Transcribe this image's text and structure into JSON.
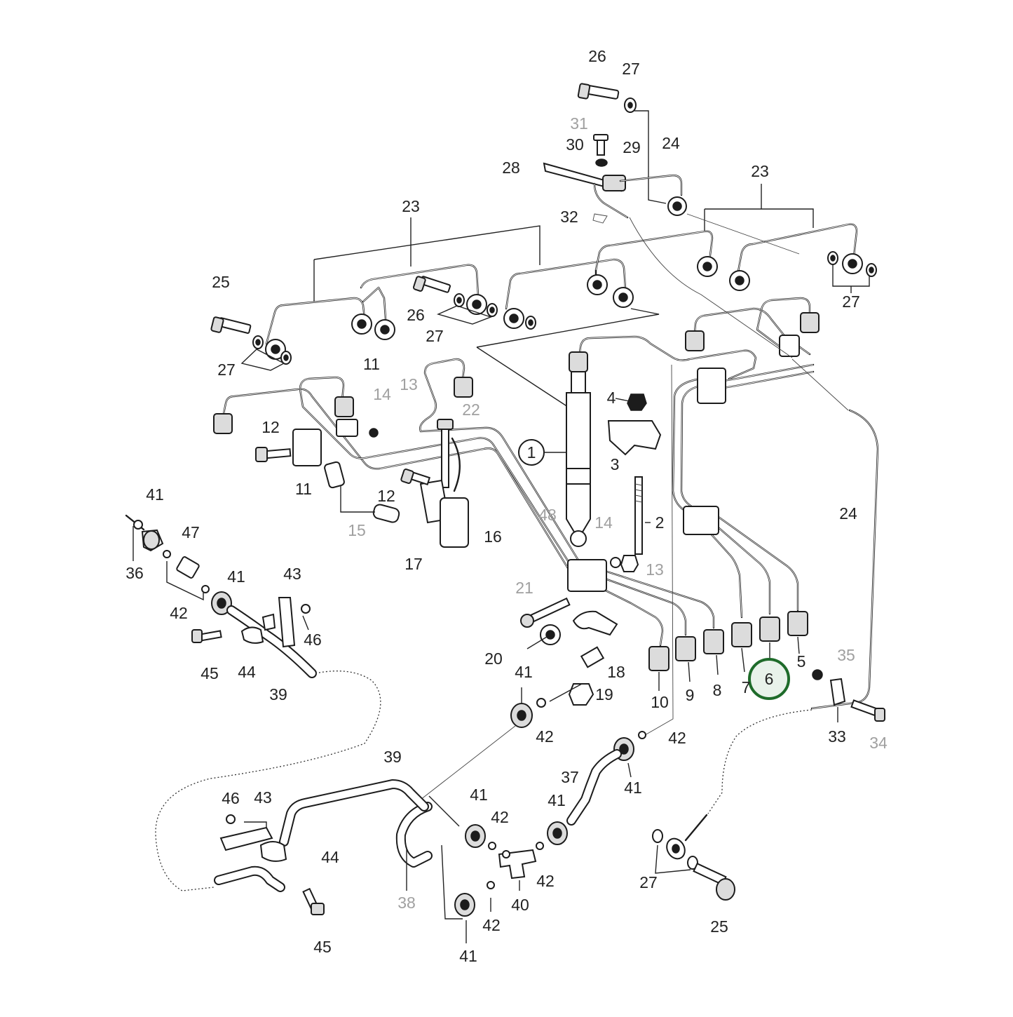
{
  "callouts": [
    {
      "id": "c26a",
      "text": "26",
      "muted": false
    },
    {
      "id": "c27a",
      "text": "27",
      "muted": false
    },
    {
      "id": "c31",
      "text": "31",
      "muted": true
    },
    {
      "id": "c30",
      "text": "30",
      "muted": false
    },
    {
      "id": "c29",
      "text": "29",
      "muted": false
    },
    {
      "id": "c24a",
      "text": "24",
      "muted": false
    },
    {
      "id": "c28",
      "text": "28",
      "muted": false
    },
    {
      "id": "c32",
      "text": "32",
      "muted": false
    },
    {
      "id": "c23a",
      "text": "23",
      "muted": false
    },
    {
      "id": "c23b",
      "text": "23",
      "muted": false
    },
    {
      "id": "c27b",
      "text": "27",
      "muted": false
    },
    {
      "id": "c25a",
      "text": "25",
      "muted": false
    },
    {
      "id": "c26b",
      "text": "26",
      "muted": false
    },
    {
      "id": "c27c",
      "text": "27",
      "muted": false
    },
    {
      "id": "c27d",
      "text": "27",
      "muted": false
    },
    {
      "id": "c11a",
      "text": "11",
      "muted": false
    },
    {
      "id": "c14a",
      "text": "14",
      "muted": true
    },
    {
      "id": "c13a",
      "text": "13",
      "muted": true
    },
    {
      "id": "c22",
      "text": "22",
      "muted": true
    },
    {
      "id": "c4",
      "text": "4",
      "muted": false
    },
    {
      "id": "c12a",
      "text": "12",
      "muted": false
    },
    {
      "id": "c1",
      "text": "1",
      "muted": false
    },
    {
      "id": "c3",
      "text": "3",
      "muted": false
    },
    {
      "id": "c11b",
      "text": "11",
      "muted": false
    },
    {
      "id": "c12b",
      "text": "12",
      "muted": false
    },
    {
      "id": "c24b",
      "text": "24",
      "muted": false
    },
    {
      "id": "c41a",
      "text": "41",
      "muted": false
    },
    {
      "id": "c47",
      "text": "47",
      "muted": false
    },
    {
      "id": "c48",
      "text": "48",
      "muted": true
    },
    {
      "id": "c14b",
      "text": "14",
      "muted": true
    },
    {
      "id": "c2",
      "text": "2",
      "muted": false
    },
    {
      "id": "c15",
      "text": "15",
      "muted": true
    },
    {
      "id": "c16",
      "text": "16",
      "muted": false
    },
    {
      "id": "c36",
      "text": "36",
      "muted": false
    },
    {
      "id": "c17",
      "text": "17",
      "muted": false
    },
    {
      "id": "c13b",
      "text": "13",
      "muted": true
    },
    {
      "id": "c41b",
      "text": "41",
      "muted": false
    },
    {
      "id": "c43a",
      "text": "43",
      "muted": false
    },
    {
      "id": "c21",
      "text": "21",
      "muted": true
    },
    {
      "id": "c42a",
      "text": "42",
      "muted": false
    },
    {
      "id": "c46a",
      "text": "46",
      "muted": false
    },
    {
      "id": "c20",
      "text": "20",
      "muted": false
    },
    {
      "id": "c18",
      "text": "18",
      "muted": false
    },
    {
      "id": "c45a",
      "text": "45",
      "muted": false
    },
    {
      "id": "c44a",
      "text": "44",
      "muted": false
    },
    {
      "id": "c39a",
      "text": "39",
      "muted": false
    },
    {
      "id": "c41c",
      "text": "41",
      "muted": false
    },
    {
      "id": "c10",
      "text": "10",
      "muted": false
    },
    {
      "id": "c9",
      "text": "9",
      "muted": false
    },
    {
      "id": "c8",
      "text": "8",
      "muted": false
    },
    {
      "id": "c7",
      "text": "7",
      "muted": false
    },
    {
      "id": "c5",
      "text": "5",
      "muted": false
    },
    {
      "id": "c35",
      "text": "35",
      "muted": true
    },
    {
      "id": "c19",
      "text": "19",
      "muted": false
    },
    {
      "id": "c42b",
      "text": "42",
      "muted": false
    },
    {
      "id": "c42c",
      "text": "42",
      "muted": false
    },
    {
      "id": "c33",
      "text": "33",
      "muted": false
    },
    {
      "id": "c34",
      "text": "34",
      "muted": true
    },
    {
      "id": "c39b",
      "text": "39",
      "muted": false
    },
    {
      "id": "c37",
      "text": "37",
      "muted": false
    },
    {
      "id": "c41d",
      "text": "41",
      "muted": false
    },
    {
      "id": "c41e",
      "text": "41",
      "muted": false
    },
    {
      "id": "c46b",
      "text": "46",
      "muted": false
    },
    {
      "id": "c43b",
      "text": "43",
      "muted": false
    },
    {
      "id": "c41f",
      "text": "41",
      "muted": false
    },
    {
      "id": "c42d",
      "text": "42",
      "muted": false
    },
    {
      "id": "c44b",
      "text": "44",
      "muted": false
    },
    {
      "id": "c42e",
      "text": "42",
      "muted": false
    },
    {
      "id": "c40",
      "text": "40",
      "muted": false
    },
    {
      "id": "c27e",
      "text": "27",
      "muted": false
    },
    {
      "id": "c38",
      "text": "38",
      "muted": true
    },
    {
      "id": "c42f",
      "text": "42",
      "muted": false
    },
    {
      "id": "c45b",
      "text": "45",
      "muted": false
    },
    {
      "id": "c25b",
      "text": "25",
      "muted": false
    },
    {
      "id": "c41g",
      "text": "41",
      "muted": false
    }
  ],
  "highlight": {
    "text": "6",
    "ring_color": "#1e6b2a",
    "fill_color": "#e8f2ea"
  },
  "colors": {
    "line": "#1c1c1c",
    "muted_label": "#a0a0a0",
    "label": "#222222"
  }
}
